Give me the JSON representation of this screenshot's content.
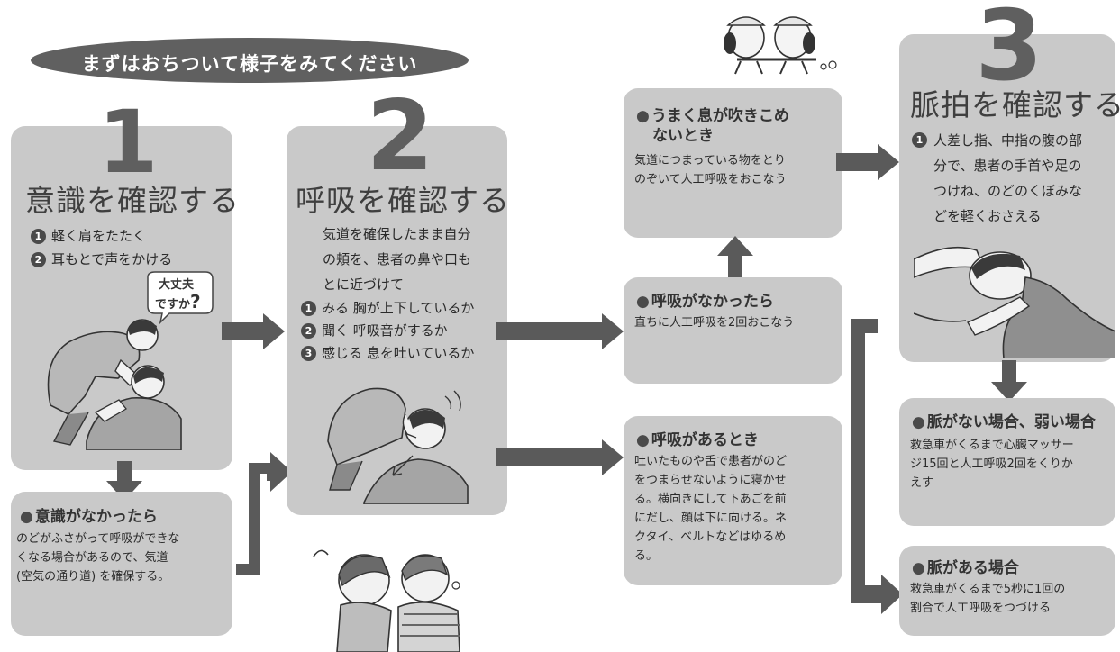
{
  "banner": {
    "text": "まずはおちついて様子をみてください"
  },
  "step1": {
    "number": "1",
    "title": "意識を確認する",
    "items": [
      {
        "num": "1",
        "text": "軽く肩をたたく"
      },
      {
        "num": "2",
        "text": "耳もとで声をかける"
      }
    ],
    "speech": {
      "line1": "大丈夫",
      "line2": "ですか",
      "mark": "?"
    }
  },
  "unconscious": {
    "heading": "意識がなかったら",
    "lines": [
      "のどがふさがって呼吸ができな",
      "くなる場合があるので、気道",
      "(空気の通り道) を確保する。"
    ]
  },
  "step2": {
    "number": "2",
    "title": "呼吸を確認する",
    "intro": [
      "気道を確保したまま自分",
      "の頬を、患者の鼻や口も",
      "とに近づけて"
    ],
    "items": [
      {
        "num": "1",
        "text": "みる 胸が上下しているか"
      },
      {
        "num": "2",
        "text": "聞く 呼吸音がするか"
      },
      {
        "num": "3",
        "text": "感じる 息を吐いているか"
      }
    ]
  },
  "blocked": {
    "heading_lines": [
      "うまく息が吹きこめ",
      "ないとき"
    ],
    "lines": [
      "気道につまっている物をとり",
      "のぞいて人工呼吸をおこなう"
    ]
  },
  "no_breath": {
    "heading": "呼吸がなかったら",
    "lines": [
      "直ちに人工呼吸を2回おこなう"
    ]
  },
  "breathing": {
    "heading": "呼吸があるとき",
    "lines": [
      "吐いたものや舌で患者がのど",
      "をつまらせないように寝かせ",
      "る。横向きにして下あごを前",
      "にだし、顔は下に向ける。ネ",
      "クタイ、ベルトなどはゆるめ",
      "る。"
    ]
  },
  "step3": {
    "number": "3",
    "title": "脈拍を確認する",
    "item_num": "1",
    "lines": [
      "人差し指、中指の腹の部",
      "分で、患者の手首や足の",
      "つけね、のどのくぼみな",
      "どを軽くおさえる"
    ]
  },
  "no_pulse": {
    "heading": "脈がない場合、弱い場合",
    "lines": [
      "救急車がくるまで心臓マッサー",
      "ジ15回と人工呼吸2回をくりか",
      "えす"
    ]
  },
  "pulse": {
    "heading": "脈がある場合",
    "lines": [
      "救急車がくるまで5秒に1回の",
      "割合で人工呼吸をつづける"
    ]
  },
  "colors": {
    "panel": "#c9c9c9",
    "arrow": "#5a5a5a",
    "banner": "#5f5f5f",
    "number": "#5f5f5f"
  }
}
